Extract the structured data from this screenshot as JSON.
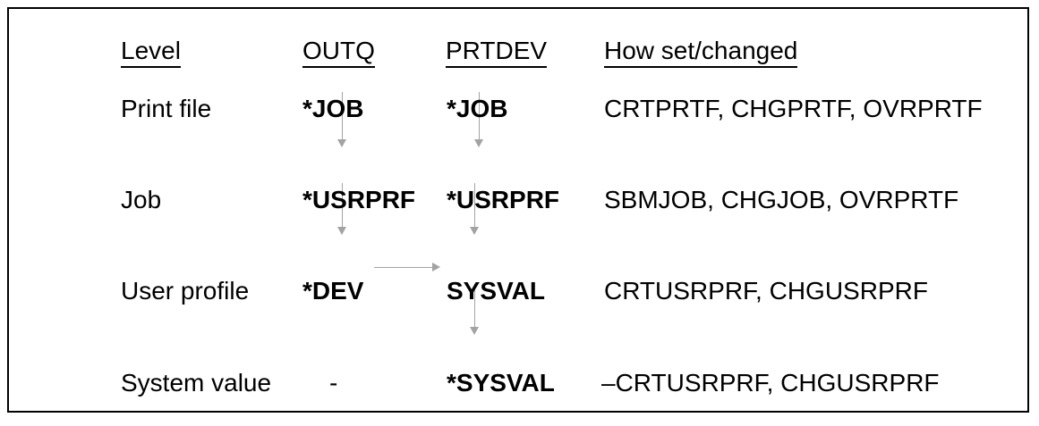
{
  "colors": {
    "text": "#000000",
    "arrow": "#a3a3a3",
    "border": "#000000",
    "background": "#ffffff"
  },
  "table": {
    "columns": [
      {
        "key": "level",
        "label": "Level"
      },
      {
        "key": "outq",
        "label": "OUTQ"
      },
      {
        "key": "prtdev",
        "label": "PRTDEV"
      },
      {
        "key": "how",
        "label": "How set/changed"
      }
    ],
    "rows": [
      {
        "level": "Print file",
        "outq": "*JOB",
        "prtdev": "*JOB",
        "how": "CRTPRTF, CHGPRTF, OVRPRTF"
      },
      {
        "level": "Job",
        "outq": "*USRPRF",
        "prtdev": "*USRPRF",
        "how": "SBMJOB, CHGJOB, OVRPRTF"
      },
      {
        "level": "User profile",
        "outq": "*DEV",
        "prtdev": "SYSVAL",
        "how": "CRTUSRPRF, CHGUSRPRF"
      },
      {
        "level": "System value",
        "outq": "-",
        "prtdev": "*SYSVAL",
        "how": "–CRTUSRPRF, CHGUSRPRF"
      }
    ]
  },
  "arrows": [
    {
      "name": "outq-print-file-to-job",
      "column": "OUTQ",
      "from": "*JOB",
      "to": "*USRPRF",
      "direction": "down"
    },
    {
      "name": "prtdev-print-file-to-job",
      "column": "PRTDEV",
      "from": "*JOB",
      "to": "*USRPRF",
      "direction": "down"
    },
    {
      "name": "outq-job-to-user-profile",
      "column": "OUTQ",
      "from": "*USRPRF",
      "to": "*DEV",
      "direction": "down"
    },
    {
      "name": "prtdev-job-to-user-profile",
      "column": "PRTDEV",
      "from": "*USRPRF",
      "to": "SYSVAL",
      "direction": "down"
    },
    {
      "name": "outq-dev-to-prtdev",
      "column": "OUTQ",
      "from": "*DEV",
      "to": "SYSVAL",
      "direction": "right"
    },
    {
      "name": "prtdev-user-profile-to-system-value",
      "column": "PRTDEV",
      "from": "SYSVAL",
      "to": "*SYSVAL",
      "direction": "down"
    }
  ]
}
